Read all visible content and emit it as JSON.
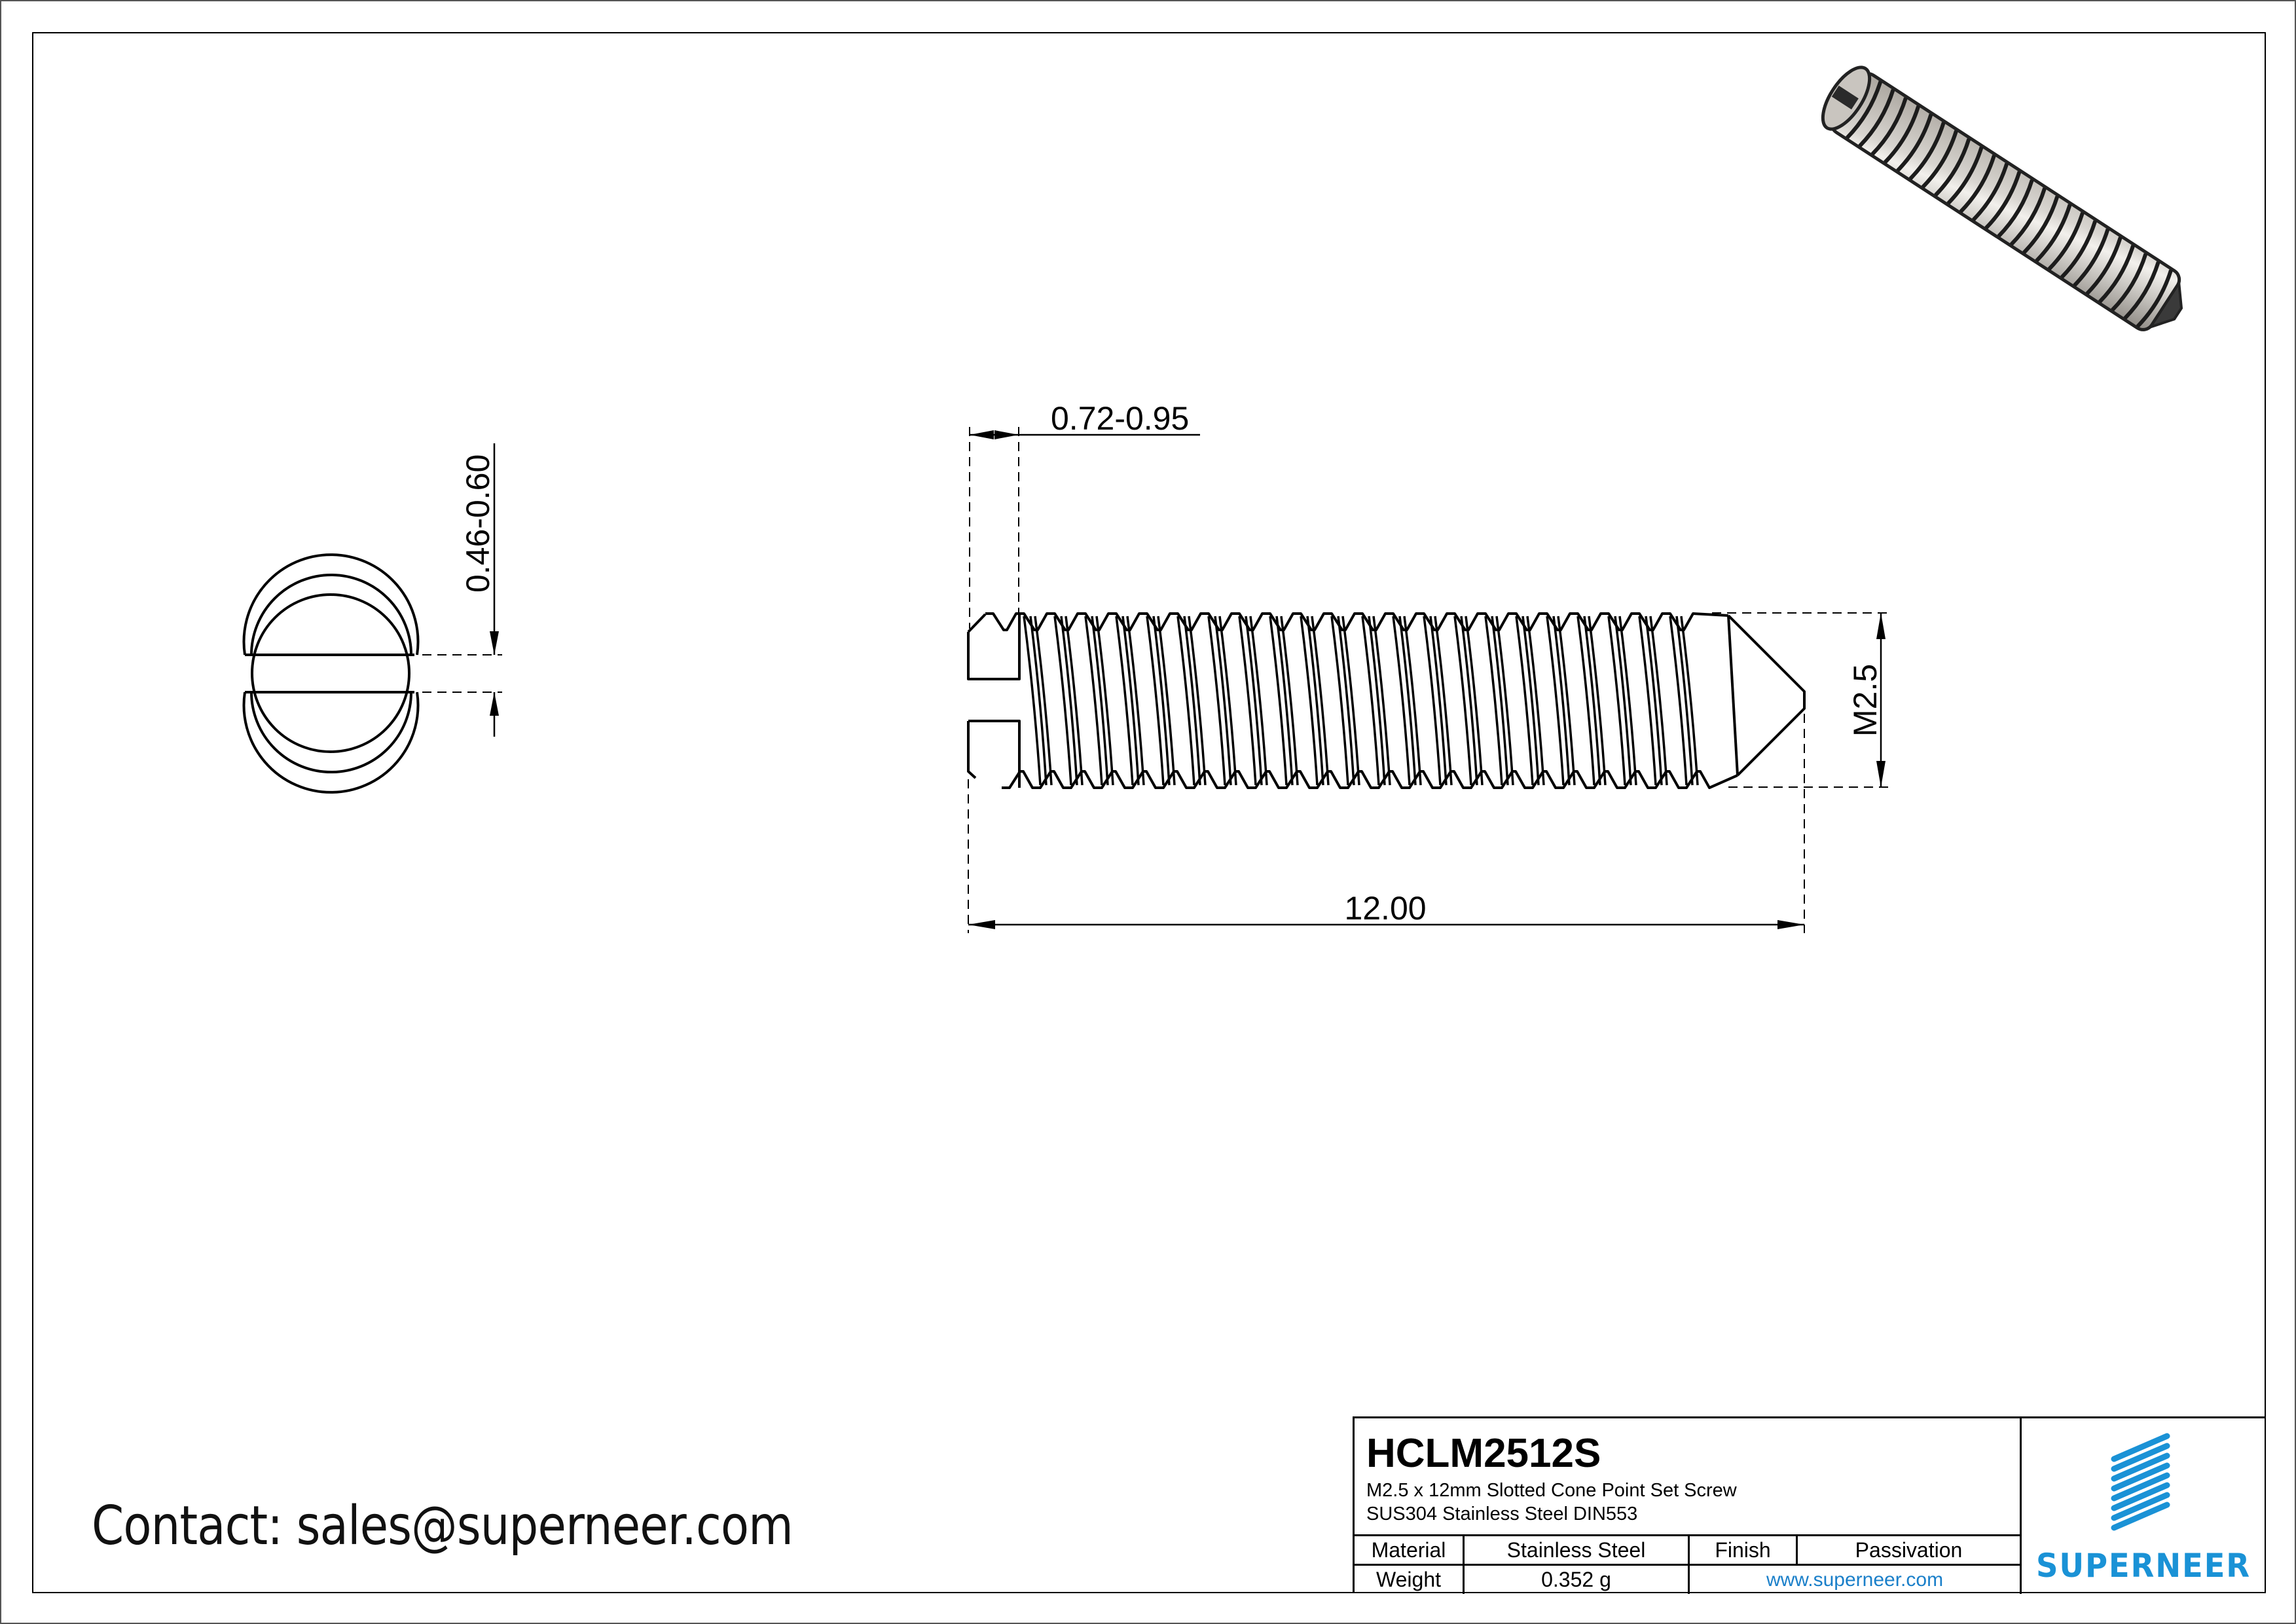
{
  "drawing": {
    "dimensions": {
      "slot_depth": "0.72-0.95",
      "slot_width": "0.46-0.60",
      "thread_size": "M2.5",
      "length": "12.00"
    }
  },
  "contact": {
    "text": "Contact: sales@superneer.com"
  },
  "title_block": {
    "part_number": "HCLM2512S",
    "description_line1": "M2.5 x 12mm Slotted Cone Point Set Screw",
    "description_line2": "SUS304 Stainless Steel DIN553",
    "material_label": "Material",
    "material_value": "Stainless Steel",
    "finish_label": "Finish",
    "finish_value": "Passivation",
    "weight_label": "Weight",
    "weight_value": "0.352 g",
    "website": "www.superneer.com",
    "logo_text": "SUPERNEER"
  },
  "colors": {
    "brand_blue": "#1a92d6",
    "link_blue": "#1a7fc9",
    "line": "#000000"
  },
  "icons": {
    "logo": "superneer-stripes-logo",
    "render": "set-screw-3d-render"
  }
}
